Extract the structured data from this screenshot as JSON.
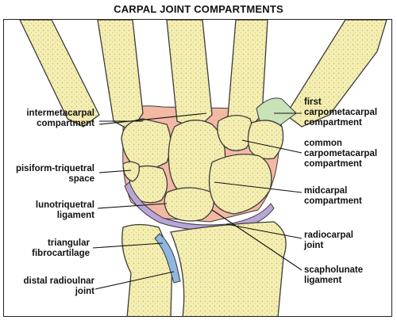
{
  "title": "CARPAL JOINT COMPARTMENTS",
  "colors": {
    "bone": "#f4eeb0",
    "bone_outline": "#3a3a3a",
    "synovial": "#f3b9a4",
    "first_cmc": "#c9e2b8",
    "lunotriquetral": "#b9a5d6",
    "drj": "#8fb7df",
    "leader": "#111111"
  },
  "labels": {
    "intermetacarpal": "intermetacarpal\ncompartment",
    "pisiform_triquetral": "pisiform-triquetral\nspace",
    "lunotriquetral": "lunotriquetral\nligament",
    "tfcc": "triangular\nfibrocartilage",
    "distal_radioulnar": "distal radioulnar\njoint",
    "first_cmc": "first\ncarpometacarpal\ncompartment",
    "common_cmc": "common\ncarpometacarpal\ncompartment",
    "midcarpal": "midcarpal\ncompartment",
    "radiocarpal": "radiocarpal\njoint",
    "scapholunate": "scapholunate\nligament"
  }
}
